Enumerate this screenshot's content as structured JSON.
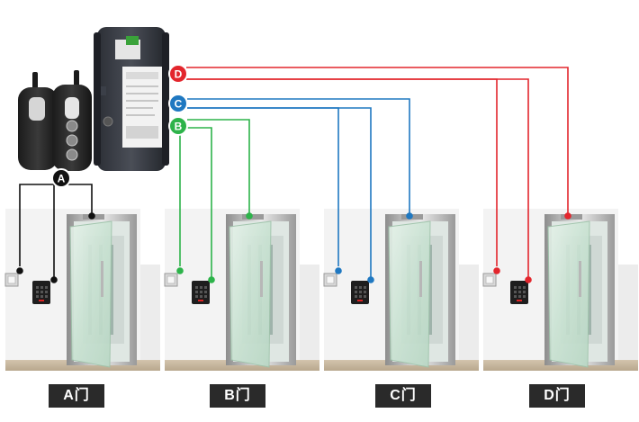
{
  "badges": {
    "a": {
      "letter": "A",
      "color": "#111111"
    },
    "b": {
      "letter": "B",
      "color": "#2db34a"
    },
    "c": {
      "letter": "C",
      "color": "#1f78c1"
    },
    "d": {
      "letter": "D",
      "color": "#e3262d"
    }
  },
  "doors": [
    {
      "label": "A门",
      "wire_color": "#111111"
    },
    {
      "label": "B门",
      "wire_color": "#2db34a"
    },
    {
      "label": "C门",
      "wire_color": "#1f78c1"
    },
    {
      "label": "D门",
      "wire_color": "#e3262d"
    }
  ],
  "devices": {
    "remote_icon": "key-fob-remote-icon",
    "controller_icon": "wireless-controller-icon",
    "reader_icon": "keypad-reader-icon",
    "button_icon": "exit-button-icon",
    "lock_icon": "door-lock-icon"
  }
}
